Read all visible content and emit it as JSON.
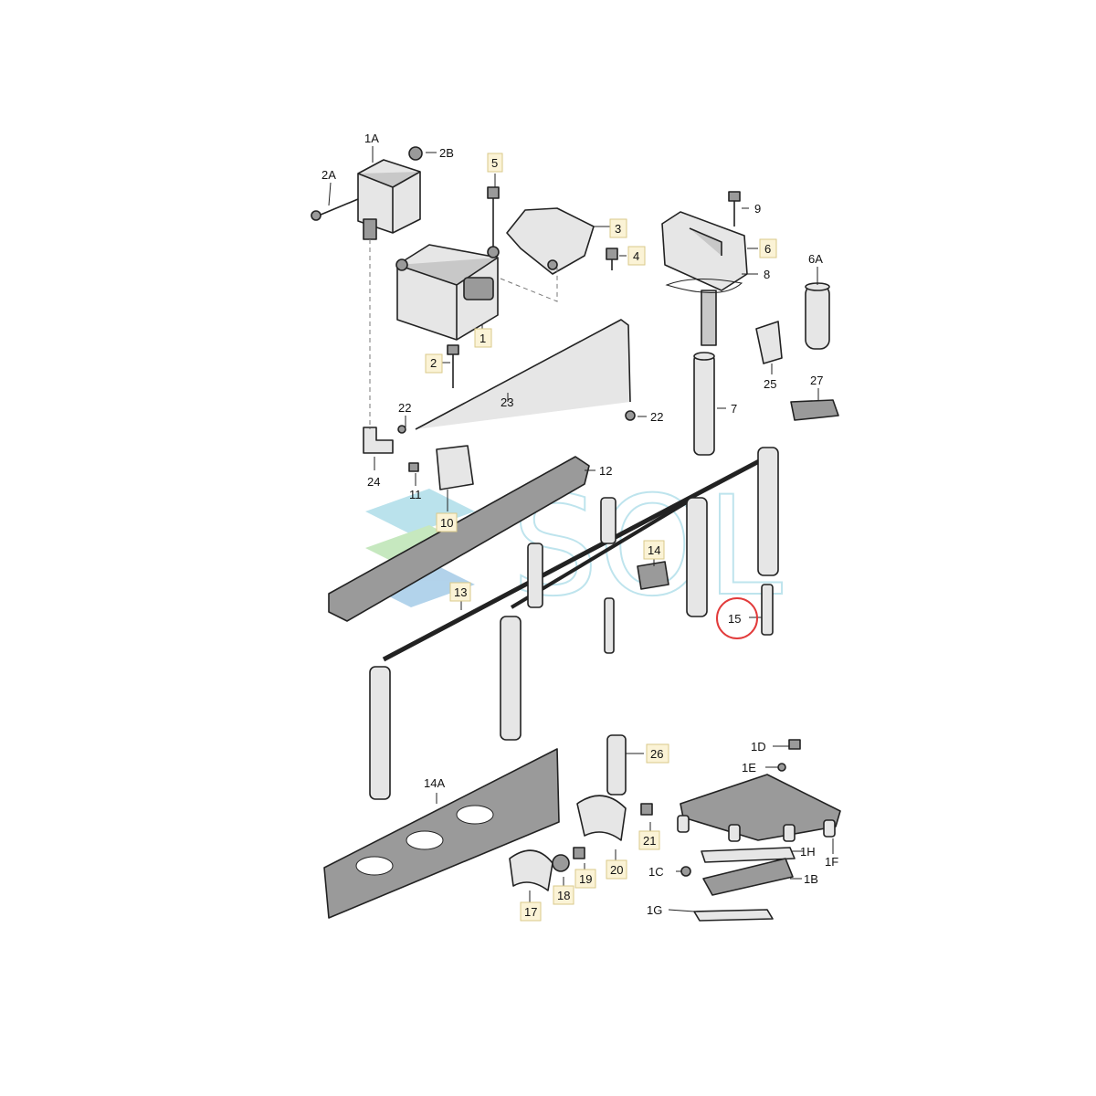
{
  "watermark": {
    "text": "SOL"
  },
  "colors": {
    "highlight": "#e23b3b",
    "label_box": "#fbf3d6",
    "part_fill": "#c8c8c8",
    "watermark": "#a9dbe8"
  },
  "labels": {
    "l1A": "1A",
    "l2B": "2B",
    "l2A": "2A",
    "l5": "5",
    "l3": "3",
    "l4": "4",
    "l9": "9",
    "l6": "6",
    "l8": "8",
    "l6A": "6A",
    "l1": "1",
    "l2": "2",
    "l25": "25",
    "l27": "27",
    "l23": "23",
    "l7": "7",
    "l22a": "22",
    "l22b": "22",
    "l24": "24",
    "l12": "12",
    "l11": "11",
    "l10": "10",
    "l14": "14",
    "l13": "13",
    "l15": "15",
    "l26": "26",
    "l1D": "1D",
    "l1E": "1E",
    "l14A": "14A",
    "l21": "21",
    "l20": "20",
    "l1H": "1H",
    "l1F": "1F",
    "l1C": "1C",
    "l1B": "1B",
    "l19": "19",
    "l18": "18",
    "l17": "17",
    "l1G": "1G"
  }
}
